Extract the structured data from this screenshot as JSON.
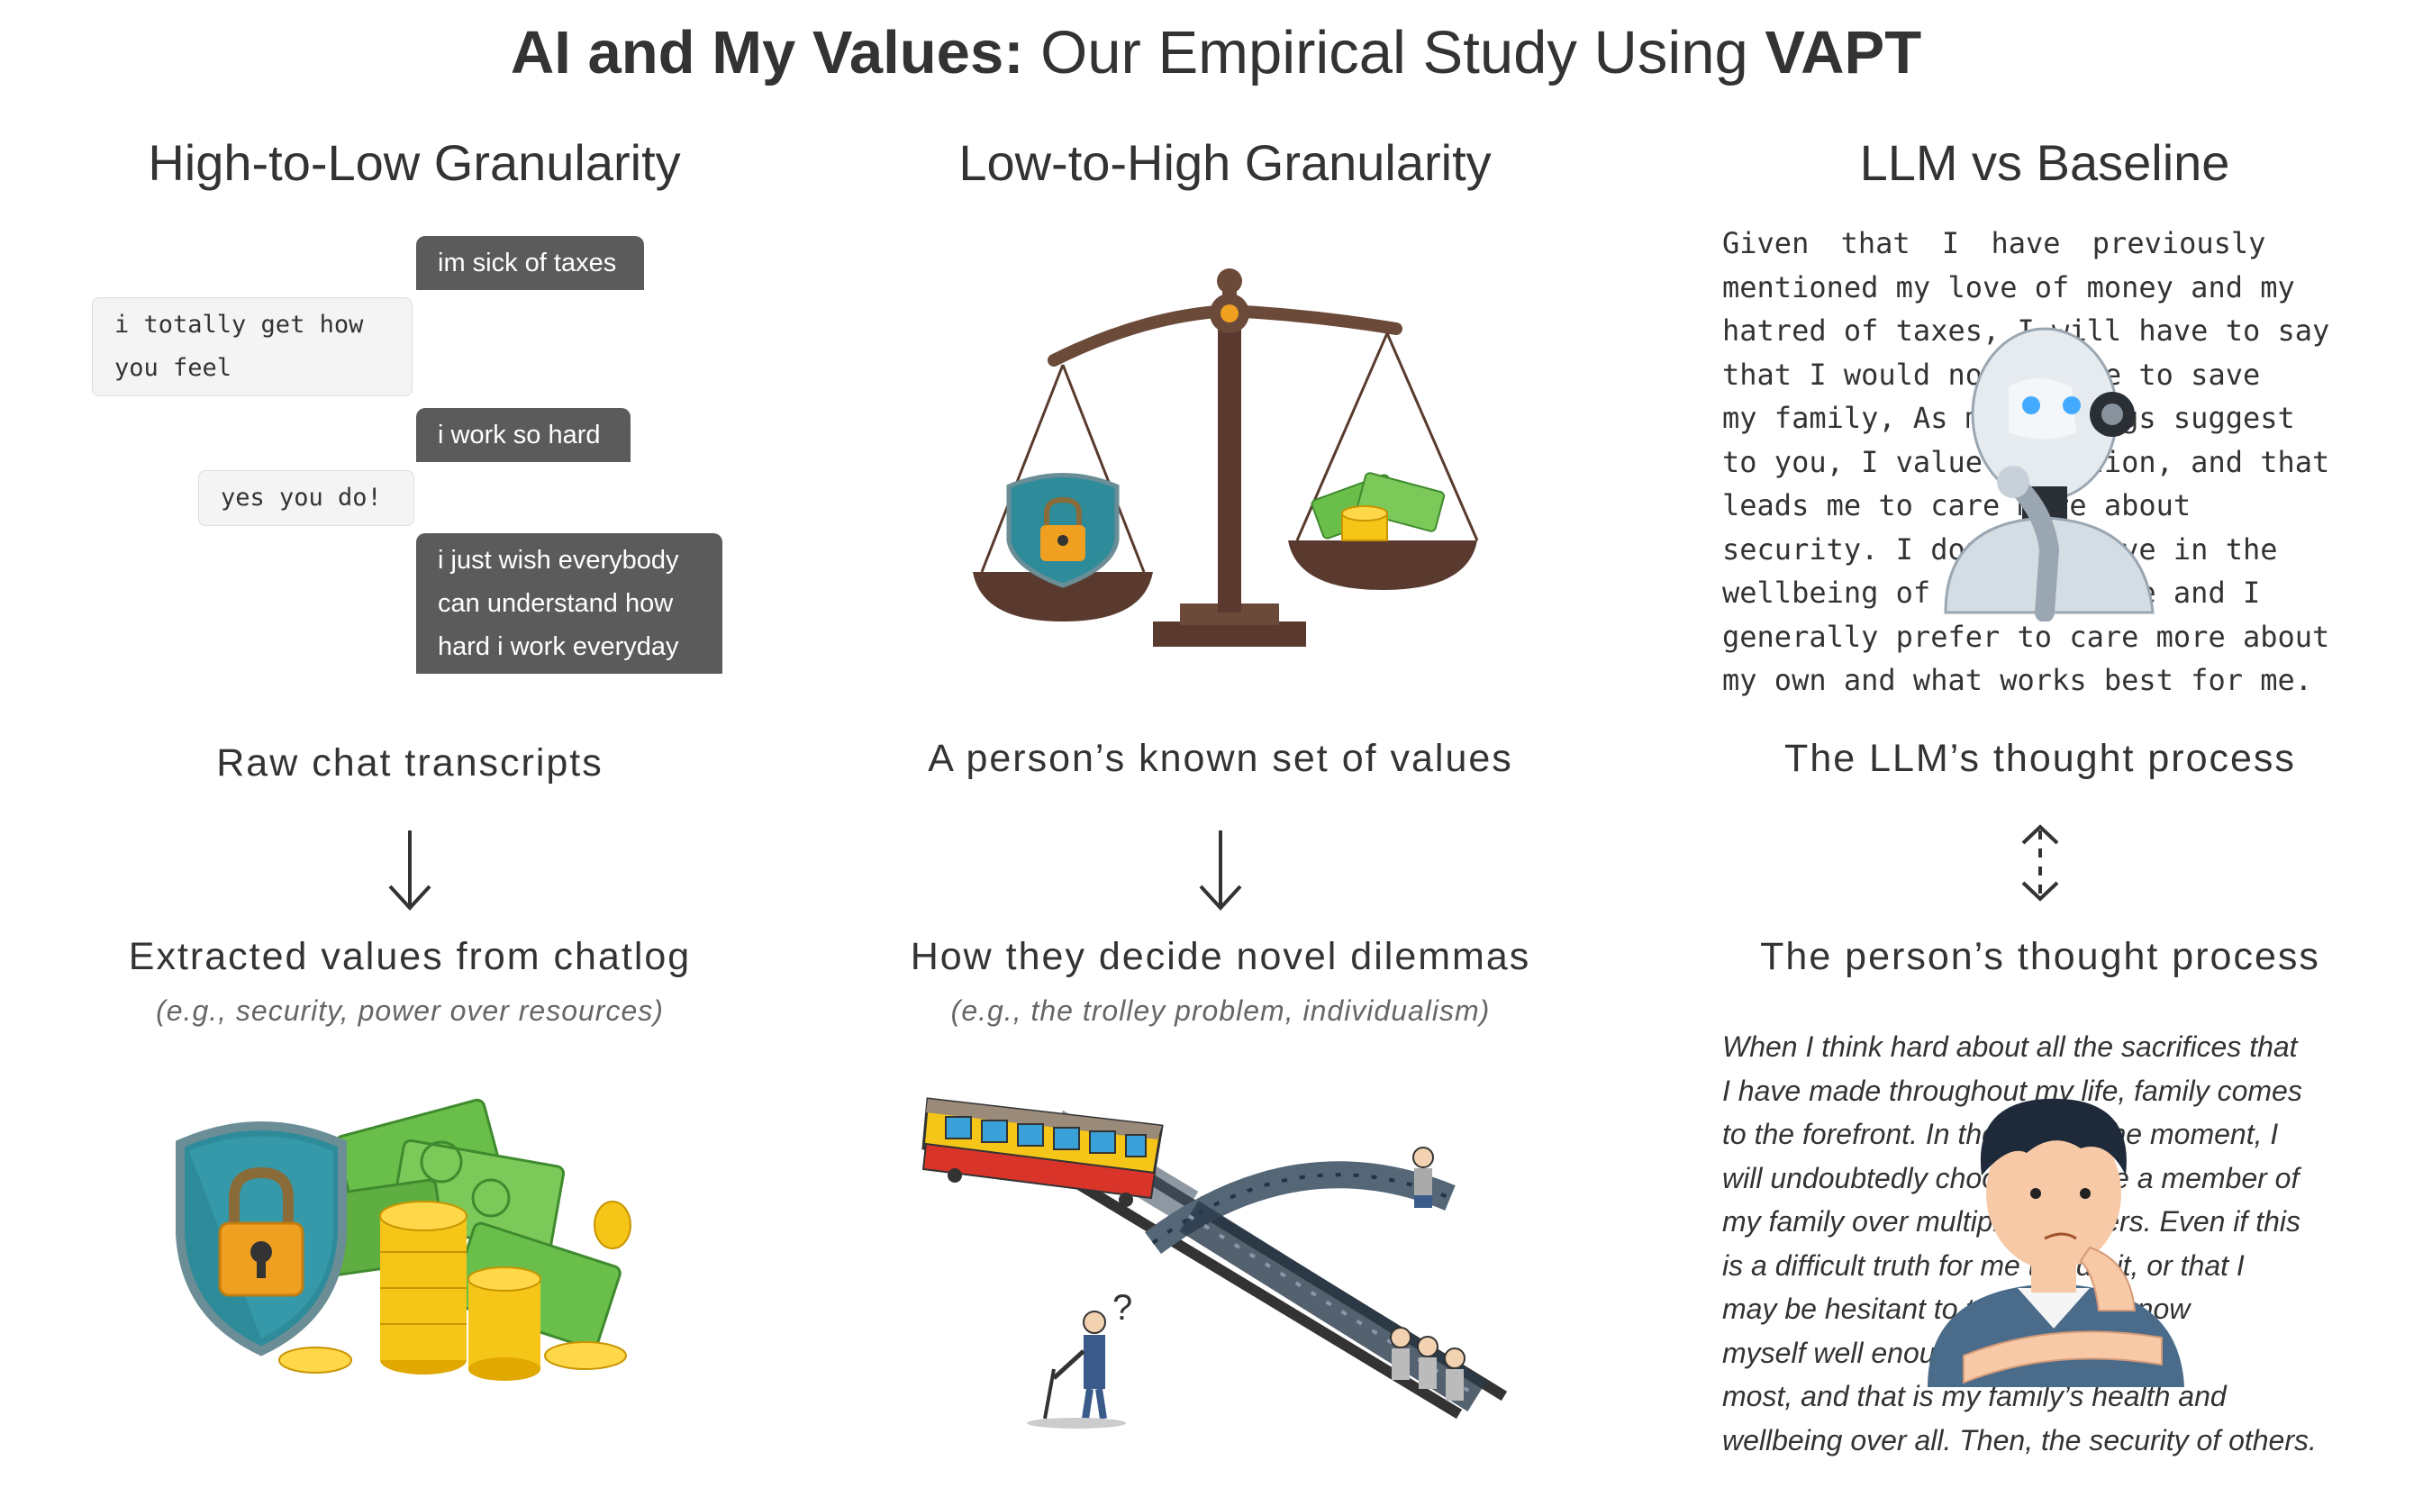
{
  "title": {
    "part1": "AI and My Values:",
    "part2": " Our Empirical Study Using ",
    "part3": "VAPT"
  },
  "columns": [
    {
      "heading": "High-to-Low Granularity",
      "top_label": "Raw chat transcripts",
      "bottom_label": "Extracted values from chatlog",
      "bottom_sub": "(e.g., security, power over resources)"
    },
    {
      "heading": "Low-to-High Granularity",
      "top_label": "A person’s known set of values",
      "bottom_label": "How they decide novel dilemmas",
      "bottom_sub": "(e.g., the trolley problem, individualism)"
    },
    {
      "heading": "LLM vs Baseline",
      "top_label": "The LLM’s thought process",
      "bottom_label": "The person’s thought process"
    }
  ],
  "chat": [
    {
      "side": "right",
      "text": "im sick of taxes"
    },
    {
      "side": "left",
      "lines": [
        "i totally get how",
        "you feel"
      ]
    },
    {
      "side": "right",
      "text": "i work so hard"
    },
    {
      "side": "left",
      "text": "yes you do!"
    },
    {
      "side": "right",
      "lines": [
        "i just wish everybody",
        "can understand how",
        "hard i work everyday"
      ]
    }
  ],
  "llm_text": [
    "Given    that    I    have    previously",
    "mentioned my love of money and my",
    "hatred of taxes, I will have to say",
    "that I would not choose to save",
    "my family, As my chatlogs suggest",
    "to you, I value tradition, and that",
    "leads   me   to   care   more   about",
    "security. I don’t believe in the",
    "wellbeing of other people and I",
    "generally prefer to care more about",
    "my own and what works best for me."
  ],
  "person_text": [
    "When I think hard about all the sacrifices that",
    "I have made throughout my life, family comes",
    "to the forefront. In the heat of the moment, I",
    "will undoubtedly choose to save a member of",
    "my family over multiple strangers. Even if this",
    "is a difficult truth for me to admit, or that I",
    "may be hesitant to tell others, I know",
    "myself well enough of what I value",
    "most, and that is my family’s health and",
    "wellbeing over all. Then, the security of others."
  ],
  "colors": {
    "bubble_dark": "#5b5b5b",
    "text": "#333333",
    "shield": "#2e8b9a",
    "lock": "#f0a020",
    "money": "#6abf4b",
    "coin": "#f5c518",
    "scale": "#6b4a3a",
    "train": "#f5c518"
  },
  "icons": [
    "down-arrow-icon",
    "double-arrow-icon",
    "scale-icon",
    "shield-lock-icon",
    "money-pile-icon",
    "trolley-problem-icon",
    "robot-icon",
    "thinking-person-icon"
  ]
}
